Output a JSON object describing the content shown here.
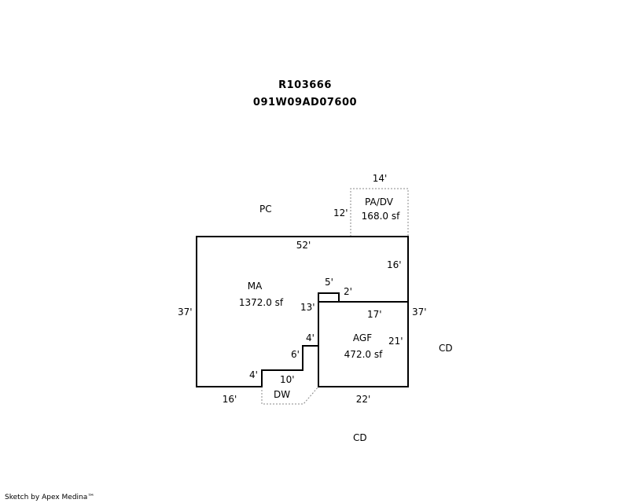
{
  "header": {
    "account_id": "R103666",
    "parcel_id": "091W09AD07600"
  },
  "areas": {
    "porch": {
      "code": "PA/DV",
      "area": "168.0 sf"
    },
    "main": {
      "code": "MA",
      "area": "1372.0 sf"
    },
    "garage": {
      "code": "AGF",
      "area": "472.0 sf"
    },
    "driveway": {
      "code": "DW"
    }
  },
  "labels": {
    "pc": "PC",
    "cd_right": "CD",
    "cd_bottom": "CD"
  },
  "dimensions": {
    "porch_top": "14'",
    "porch_left": "12'",
    "main_top": "52'",
    "main_left": "37'",
    "main_right": "37'",
    "upper_right": "16'",
    "step_top": "5'",
    "step_small": "2'",
    "step_left": "13'",
    "garage_top": "17'",
    "garage_right": "21'",
    "garage_bottom": "22'",
    "notch_step": "4'",
    "notch_side": "6'",
    "notch_small": "4'",
    "notch_bottom": "10'",
    "main_bottom": "16'"
  },
  "colors": {
    "outline": "#000000",
    "dashed": "#888888"
  },
  "footer": {
    "credit": "Sketch by Apex Medina™"
  }
}
